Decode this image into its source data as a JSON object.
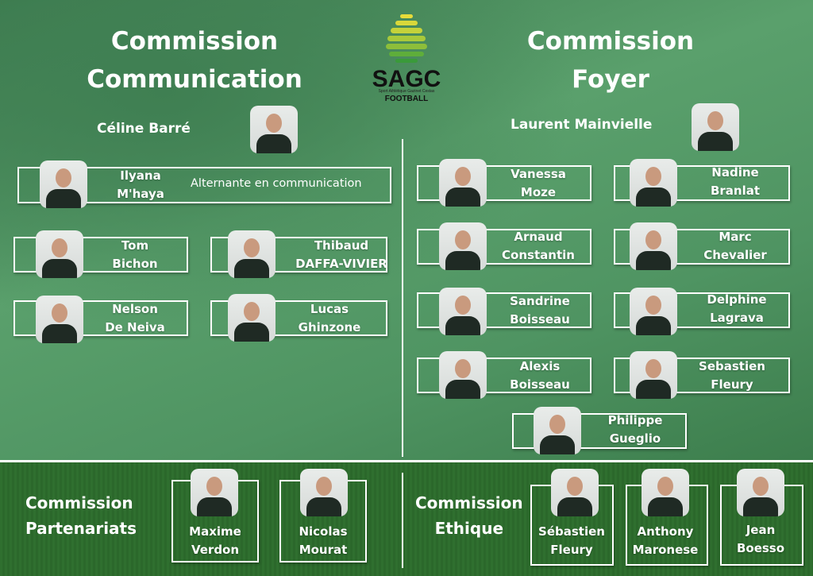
{
  "logo": {
    "name": "SAGC",
    "subtitle": "Sport Athlétique Gazinet Cestas",
    "sport": "FOOTBALL"
  },
  "communication": {
    "title_line1": "Commission",
    "title_line2": "Communication",
    "lead": "Céline Barré",
    "members": [
      {
        "first": "Ilyana",
        "last": "M'haya",
        "role": "Alternante en communication"
      },
      {
        "first": "Tom",
        "last": "Bichon"
      },
      {
        "first": "Thibaud",
        "last": "DAFFA-VIVIER"
      },
      {
        "first": "Nelson",
        "last": "De Neiva"
      },
      {
        "first": "Lucas",
        "last": "Ghinzone"
      }
    ]
  },
  "foyer": {
    "title_line1": "Commission",
    "title_line2": "Foyer",
    "lead": "Laurent Mainvielle",
    "members": [
      {
        "first": "Vanessa",
        "last": "Moze"
      },
      {
        "first": "Nadine",
        "last": "Branlat"
      },
      {
        "first": "Arnaud",
        "last": "Constantin"
      },
      {
        "first": "Marc",
        "last": "Chevalier"
      },
      {
        "first": "Sandrine",
        "last": "Boisseau"
      },
      {
        "first": "Delphine",
        "last": "Lagrava"
      },
      {
        "first": "Alexis",
        "last": "Boisseau"
      },
      {
        "first": "Sebastien",
        "last": "Fleury"
      },
      {
        "first": "Philippe",
        "last": "Gueglio"
      }
    ]
  },
  "partenariats": {
    "title_line1": "Commission",
    "title_line2": "Partenariats",
    "members": [
      {
        "first": "Maxime",
        "last": "Verdon"
      },
      {
        "first": "Nicolas",
        "last": "Mourat"
      }
    ]
  },
  "ethique": {
    "title_line1": "Commission",
    "title_line2": "Ethique",
    "members": [
      {
        "first": "Sébastien",
        "last": "Fleury"
      },
      {
        "first": "Anthony",
        "last": "Maronese"
      },
      {
        "first": "Jean",
        "last": "Boesso"
      }
    ]
  }
}
